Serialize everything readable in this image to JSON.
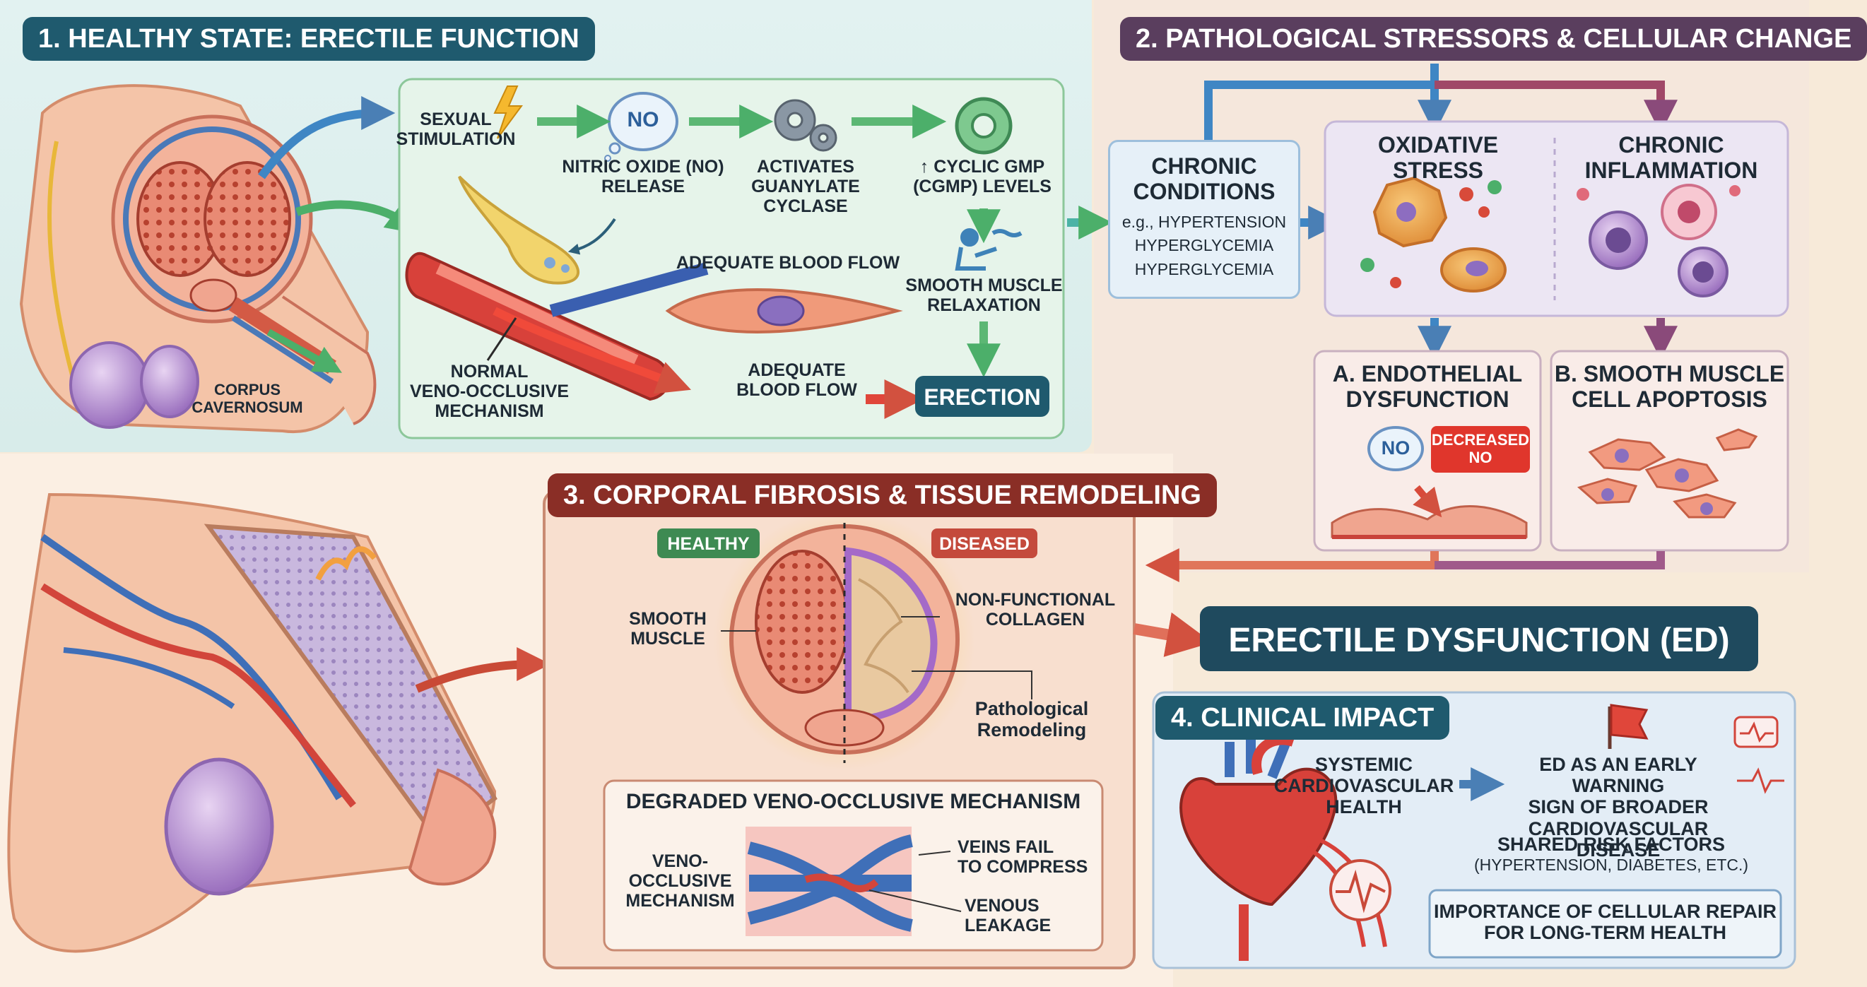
{
  "panel1": {
    "title": "1. HEALTHY STATE: ERECTILE FUNCTION",
    "corpus_label": "CORPUS\nCAVERNOSUM",
    "steps": {
      "sexual_stimulation": "SEXUAL\nSTIMULATION",
      "no_bubble": "NO",
      "no_release": "NITRIC OXIDE (NO)\nRELEASE",
      "guanylate": "ACTIVATES\nGUANYLATE\nCYCLASE",
      "cgmp": "↑ CYCLIC GMP\n(cGMP) LEVELS",
      "smooth_relax": "SMOOTH MUSCLE\nRELAXATION",
      "adequate_flow_top": "ADEQUATE BLOOD FLOW",
      "adequate_flow_bottom": "ADEQUATE\nBLOOD FLOW",
      "veno_occlusive": "NORMAL\nVENO-OCCLUSIVE\nMECHANISM",
      "erection": "ERECTION"
    }
  },
  "panel2": {
    "title": "2. PATHOLOGICAL STRESSORS & CELLULAR CHANGE",
    "chronic_conditions": "CHRONIC\nCONDITIONS",
    "conditions_list": "e.g., HYPERTENSION\nHYPERGLYCEMIA\nHYPERGLYCEMIA",
    "oxidative_stress": "OXIDATIVE\nSTRESS",
    "chronic_inflammation": "CHRONIC\nINFLAMMATION",
    "endothelial": "A. ENDOTHELIAL\nDYSFUNCTION",
    "no_bubble": "NO",
    "decreased_no": "DECREASED\nNO",
    "apoptosis": "B. SMOOTH MUSCLE\nCELL APOPTOSIS"
  },
  "panel3": {
    "title": "3. CORPORAL FIBROSIS & TISSUE REMODELING",
    "healthy": "HEALTHY",
    "diseased": "DISEASED",
    "smooth_muscle": "SMOOTH\nMUSCLE",
    "collagen": "NON-FUNCTIONAL\nCOLLAGEN",
    "remodeling": "Pathological\nRemodeling",
    "degraded_title": "DEGRADED VENO-OCCLUSIVE MECHANISM",
    "veno_label": "VENO-\nOCCLUSIVE\nMECHANISM",
    "veins_fail": "VEINS FAIL\nTO COMPRESS",
    "venous_leakage": "VENOUS\nLEAKAGE"
  },
  "ed_banner": "ERECTILE DYSFUNCTION (ED)",
  "panel4": {
    "title": "4. CLINICAL IMPACT",
    "systemic": "SYSTEMIC\nCARDIOVASCULAR\nHEALTH",
    "warning": "ED AS AN EARLY WARNING\nSIGN OF BROADER\nCARDIOVASCULAR DISEASE",
    "shared_risk": "SHARED RISK FACTORS",
    "risk_examples": "(HYPERTENSION, DIABETES, etc.)",
    "repair": "IMPORTANCE OF CELLULAR REPAIR\nFOR LONG-TERM HEALTH"
  },
  "colors": {
    "teal_title": "#1f5a6e",
    "purple_title": "#5a3e5e",
    "red_title": "#8a2e26",
    "panel1_bg": "#dff0ef",
    "panel2_bg": "#f6e8dc",
    "green_arrow": "#4caf6a",
    "blue_arrow": "#4a7fb5",
    "red_arrow": "#e0463a"
  }
}
